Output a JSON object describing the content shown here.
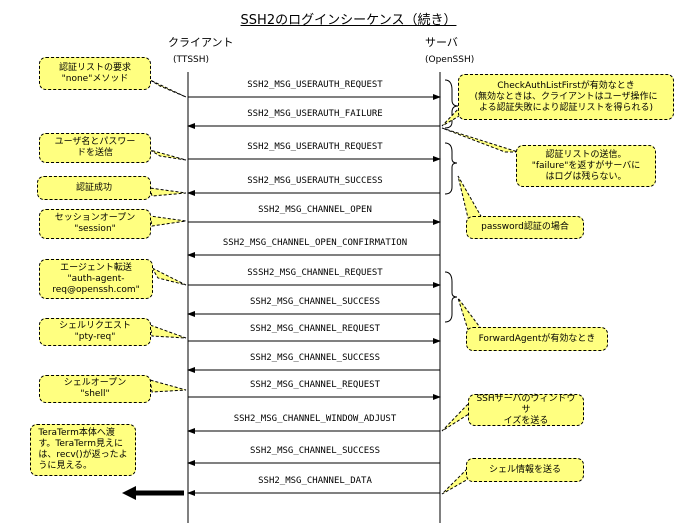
{
  "title": "SSH2のログインシーケンス（続き）",
  "client": {
    "name": "クライアント",
    "sub": "(TTSSH)"
  },
  "server": {
    "name": "サーバ",
    "sub": "(OpenSSH)"
  },
  "messages": [
    {
      "label": "SSH2_MSG_USERAUTH_REQUEST",
      "direction": "to-server"
    },
    {
      "label": "SSH2_MSG_USERAUTH_FAILURE",
      "direction": "to-client"
    },
    {
      "label": "SSH2_MSG_USERAUTH_REQUEST",
      "direction": "to-server"
    },
    {
      "label": "SSH2_MSG_USERAUTH_SUCCESS",
      "direction": "to-client"
    },
    {
      "label": "SSH2_MSG_CHANNEL_OPEN",
      "direction": "to-server"
    },
    {
      "label": "SSH2_MSG_CHANNEL_OPEN_CONFIRMATION",
      "direction": "to-client"
    },
    {
      "label": "SSSH2_MSG_CHANNEL_REQUEST",
      "direction": "to-server"
    },
    {
      "label": "SSH2_MSG_CHANNEL_SUCCESS",
      "direction": "to-client"
    },
    {
      "label": "SSH2_MSG_CHANNEL_REQUEST",
      "direction": "to-server"
    },
    {
      "label": "SSH2_MSG_CHANNEL_SUCCESS",
      "direction": "to-client"
    },
    {
      "label": "SSH2_MSG_CHANNEL_REQUEST",
      "direction": "to-server"
    },
    {
      "label": "SSH2_MSG_CHANNEL_WINDOW_ADJUST",
      "direction": "to-client"
    },
    {
      "label": "SSH2_MSG_CHANNEL_SUCCESS",
      "direction": "to-client"
    },
    {
      "label": "SSH2_MSG_CHANNEL_DATA",
      "direction": "to-client"
    }
  ],
  "notes_left": [
    {
      "lines": [
        "認証リストの要求",
        "\"none\"メソッド"
      ]
    },
    {
      "lines": [
        "ユーザ名とパスワー",
        "ドを送信"
      ]
    },
    {
      "lines": [
        "認証成功"
      ]
    },
    {
      "lines": [
        "セッションオープン",
        "\"session\""
      ]
    },
    {
      "lines": [
        "エージェント転送",
        "\"auth-agent-",
        "req@openssh.com\""
      ]
    },
    {
      "lines": [
        "シェルリクエスト",
        "\"pty-req\""
      ]
    },
    {
      "lines": [
        "シェルオープン",
        "\"shell\""
      ]
    },
    {
      "lines": [
        "TeraTerm本体へ渡",
        "す。TeraTerm見えに",
        "は、recv()が返ったよ",
        "うに見える。"
      ]
    }
  ],
  "notes_right": [
    {
      "lines": [
        "CheckAuthListFirstが有効なとき",
        "(無効なときは、クライアントはユーザ操作に",
        "よる認証失敗により認証リストを得られる)"
      ]
    },
    {
      "lines": [
        "認証リストの送信。",
        "\"failure\"を返すがサーバに",
        "はログは残らない。"
      ]
    },
    {
      "lines": [
        "password認証の場合"
      ]
    },
    {
      "lines": [
        "ForwardAgentが有効なとき"
      ]
    },
    {
      "lines": [
        "SSHサーバのウィンドウサ",
        "イズを送る"
      ]
    },
    {
      "lines": [
        "シェル情報を送る"
      ]
    }
  ],
  "colors": {
    "note_fill": "#ffff80",
    "line": "#000000"
  }
}
